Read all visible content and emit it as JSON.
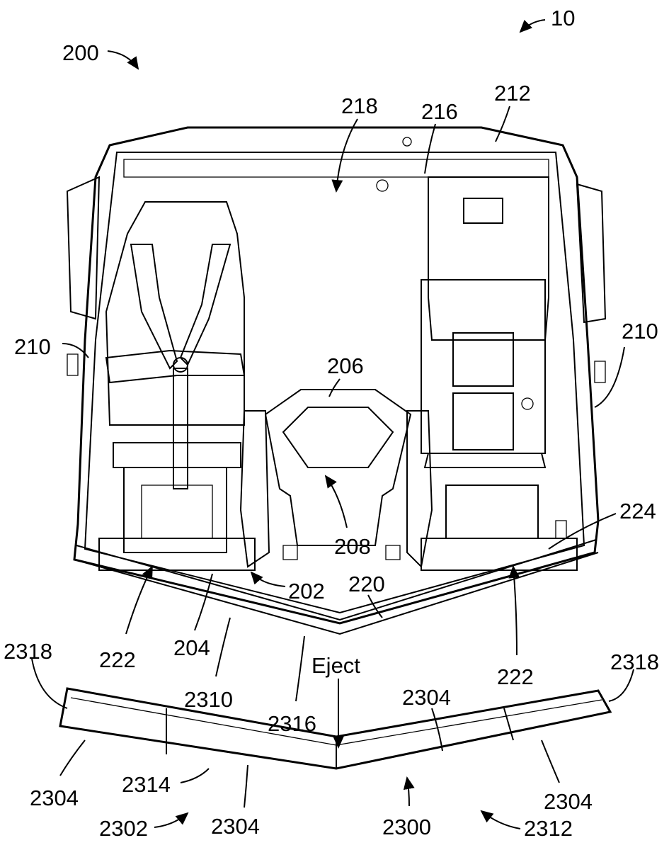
{
  "figure": {
    "labels": {
      "l10": "10",
      "l200": "200",
      "l218": "218",
      "l216": "216",
      "l212": "212",
      "l210a": "210",
      "l210b": "210",
      "l206": "206",
      "l208": "208",
      "l224": "224",
      "l202": "202",
      "l220": "220",
      "l222a": "222",
      "l222b": "222",
      "l204": "204",
      "l2310": "2310",
      "l2316": "2316",
      "eject": "Eject",
      "l2318a": "2318",
      "l2318b": "2318",
      "l2304a": "2304",
      "l2304b": "2304",
      "l2304c": "2304",
      "l2304d": "2304",
      "l2314": "2314",
      "l2302": "2302",
      "l2300": "2300",
      "l2312": "2312"
    }
  }
}
